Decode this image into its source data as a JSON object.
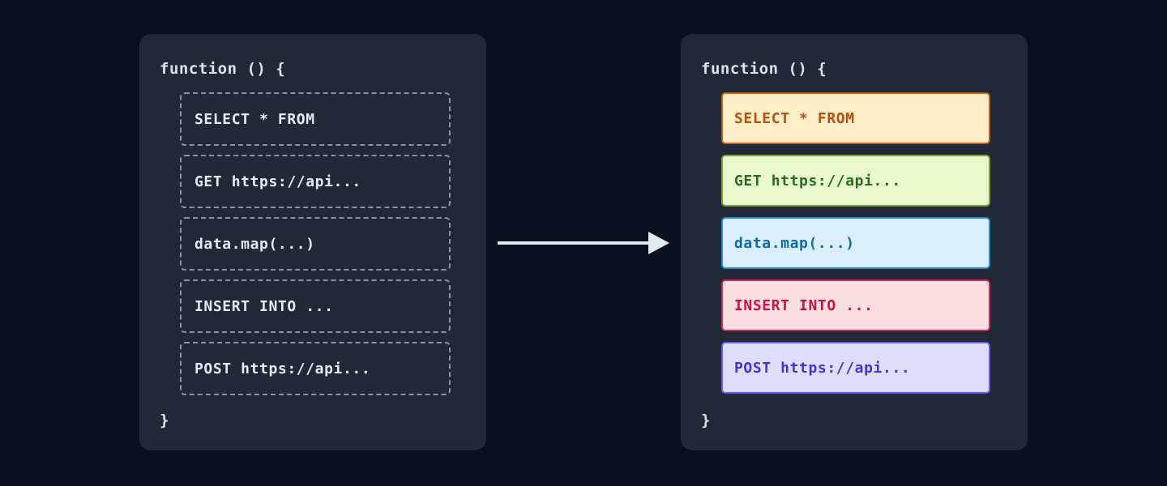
{
  "theme": {
    "page_background": "#0b1020",
    "panel_background": "#1f2937",
    "code_text": "#dde3ee",
    "plain_border": "#8794ad",
    "plain_text": "#e6ebf4",
    "arrow_color": "#e4e9f2"
  },
  "arrow": {
    "icon": "arrow-right-icon",
    "direction": "right"
  },
  "before_panel": {
    "name": "before-panel",
    "open_brace": "function () {",
    "close_brace": "}",
    "statements": [
      {
        "text": "SELECT * FROM"
      },
      {
        "text": "GET https://api..."
      },
      {
        "text": "data.map(...)"
      },
      {
        "text": "INSERT INTO ..."
      },
      {
        "text": "POST https://api..."
      }
    ]
  },
  "after_panel": {
    "name": "after-panel",
    "open_brace": "function () {",
    "close_brace": "}",
    "statements": [
      {
        "text": "SELECT * FROM",
        "kind": "sql-select",
        "background": "#fdeec8",
        "border": "#c2621a",
        "text_color": "#b5500f"
      },
      {
        "text": "GET https://api...",
        "kind": "http-get",
        "background": "#e8f7cc",
        "border": "#7ba32e",
        "text_color": "#2d6a20"
      },
      {
        "text": "data.map(...)",
        "kind": "js-transform",
        "background": "#dbeefc",
        "border": "#2e8cc4",
        "text_color": "#0b6ba8"
      },
      {
        "text": "INSERT INTO ...",
        "kind": "sql-insert",
        "background": "#fcdfe2",
        "border": "#d42a52",
        "text_color": "#cc1144"
      },
      {
        "text": "POST https://api...",
        "kind": "http-post",
        "background": "#dedefa",
        "border": "#6b5ce0",
        "text_color": "#4334cc"
      }
    ]
  }
}
